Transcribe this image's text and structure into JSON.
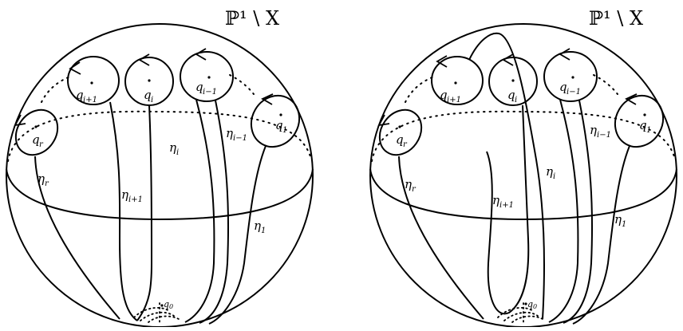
{
  "diagrams": [
    {
      "id": "left",
      "title": "ℙ¹ \\ X",
      "points": [
        {
          "base": "q",
          "sub": "i+1"
        },
        {
          "base": "q",
          "sub": "i"
        },
        {
          "base": "q",
          "sub": "i−1"
        },
        {
          "base": "q",
          "sub": "1"
        },
        {
          "base": "q",
          "sub": "r"
        },
        {
          "base": "q",
          "sub": "0"
        }
      ],
      "paths": [
        {
          "base": "η",
          "sub": "i"
        },
        {
          "base": "η",
          "sub": "i−1"
        },
        {
          "base": "η",
          "sub": "r"
        },
        {
          "base": "η",
          "sub": "i+1"
        },
        {
          "base": "η",
          "sub": "1"
        }
      ]
    },
    {
      "id": "right",
      "title": "ℙ¹ \\ X",
      "points": [
        {
          "base": "q",
          "sub": "i+1"
        },
        {
          "base": "q",
          "sub": "i"
        },
        {
          "base": "q",
          "sub": "i−1"
        },
        {
          "base": "q",
          "sub": "1"
        },
        {
          "base": "q",
          "sub": "r"
        },
        {
          "base": "q",
          "sub": "0"
        }
      ],
      "paths": [
        {
          "base": "η",
          "sub": "i"
        },
        {
          "base": "η",
          "sub": "i−1"
        },
        {
          "base": "η",
          "sub": "r"
        },
        {
          "base": "η",
          "sub": "i+1"
        },
        {
          "base": "η",
          "sub": "1"
        }
      ]
    }
  ]
}
